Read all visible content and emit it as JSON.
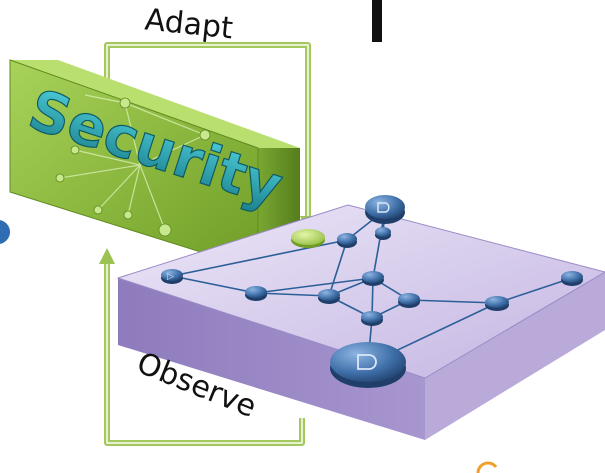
{
  "labels": {
    "adapt": "Adapt",
    "observe": "Observe",
    "security": "Security"
  },
  "colors": {
    "arrow": "#8cb04a",
    "security_box": "#8fbf3a",
    "security_text": "#2aa6b3",
    "network_plane": "#cbbde6",
    "network_edge": "#6a5d96",
    "node": "#3f6fa8",
    "node_edge": "#21446f",
    "network_link": "#2c5f98"
  },
  "icons": {
    "client_node": "router-node-icon",
    "controller_node": "controller-node-icon",
    "sensor": "sensor-disc-icon"
  }
}
